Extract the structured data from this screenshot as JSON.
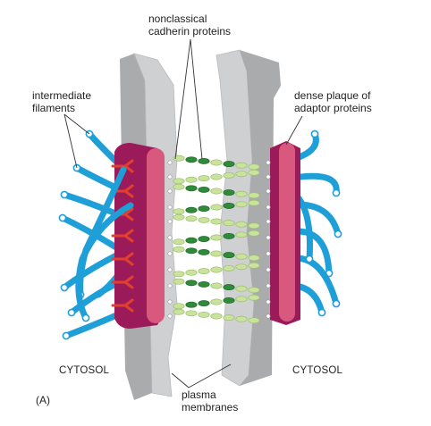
{
  "labels": {
    "cadherin_line1": "nonclassical",
    "cadherin_line2": "cadherin proteins",
    "filaments_line1": "intermediate",
    "filaments_line2": "filaments",
    "plaque_line1": "dense plaque of",
    "plaque_line2": "adaptor proteins",
    "cytosol_left": "CYTOSOL",
    "cytosol_right": "CYTOSOL",
    "membranes_line1": "plasma",
    "membranes_line2": "membranes",
    "panel": "(A)"
  },
  "colors": {
    "membrane_front": "#cfd0d1",
    "membrane_side": "#a9abad",
    "plaque": "#9b1a5a",
    "plaque_highlight": "#d9587d",
    "filament": "#1e9fd8",
    "filament_tip": "#ffffff",
    "cadherin_light": "#c9e39c",
    "cadherin_dark": "#2f8a3a",
    "anchor_red": "#e2402f",
    "leader": "#333333"
  }
}
